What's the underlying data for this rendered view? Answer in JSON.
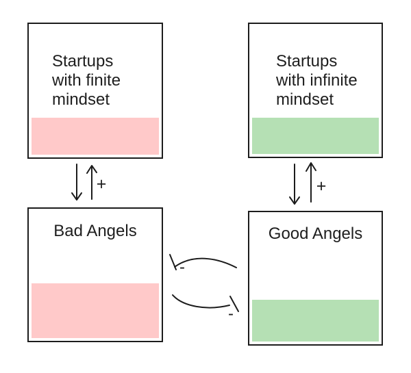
{
  "colors": {
    "background": "#ffffff",
    "stroke": "#1c1c1c",
    "text": "#1e1e1e",
    "negative_fill": "#ffc9c9",
    "positive_fill": "#b5e0b4"
  },
  "nodes": {
    "startups_finite": {
      "line1": "Startups",
      "line2": "with finite",
      "line3": "mindset",
      "fill": "#ffc9c9"
    },
    "startups_infinite": {
      "line1": "Startups",
      "line2": "with infinite",
      "line3": "mindset",
      "fill": "#b5e0b4"
    },
    "bad_angels": {
      "label": "Bad Angels",
      "fill": "#ffc9c9"
    },
    "good_angels": {
      "label": "Good Angels",
      "fill": "#b5e0b4"
    }
  },
  "edges": {
    "bad_to_finite_sign": "+",
    "good_to_infinite_sign": "+",
    "good_to_bad_sign": "-",
    "bad_to_good_sign": "-"
  }
}
